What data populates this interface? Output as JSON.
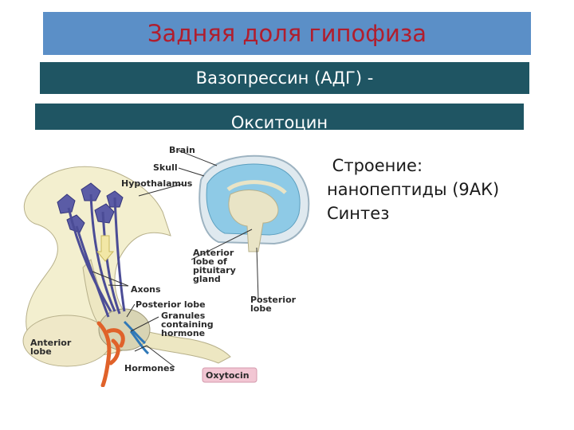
{
  "title": "Задняя доля гипофиза",
  "subtitle_line1": "Вазопрессин (АДГ) -",
  "subtitle_line2": "Окситоцин",
  "body_lines": [
    " Строение:",
    "нанопептиды (9АК)",
    "Синтез"
  ],
  "diagram": {
    "labels": {
      "brain": "Brain",
      "skull": "Skull",
      "hypothalamus": "Hypothalamus",
      "anterior_lobe_pituitary_1": "Anterior",
      "anterior_lobe_pituitary_2": "lobe of",
      "anterior_lobe_pituitary_3": "pituitary",
      "anterior_lobe_pituitary_4": "gland",
      "axons": "Axons",
      "posterior_lobe": "Posterior lobe",
      "posterior_lobe_right_1": "Posterior",
      "posterior_lobe_right_2": "lobe",
      "granules_1": "Granules",
      "granules_2": "containing",
      "granules_3": "hormone",
      "anterior_lobe_1": "Anterior",
      "anterior_lobe_2": "lobe",
      "hormones": "Hormones",
      "oxytocin": "Oxytocin"
    }
  },
  "colors": {
    "title_bar": "#5b8fc7",
    "title_text": "#b01e2e",
    "sub_bar": "#1f5563",
    "brain_fill": "#8ecae6",
    "tissue_fill": "#f3efcf",
    "neuron": "#5b5ca6",
    "vessel": "#e0622a",
    "oxytocin_tag": "#f2c6d3"
  }
}
